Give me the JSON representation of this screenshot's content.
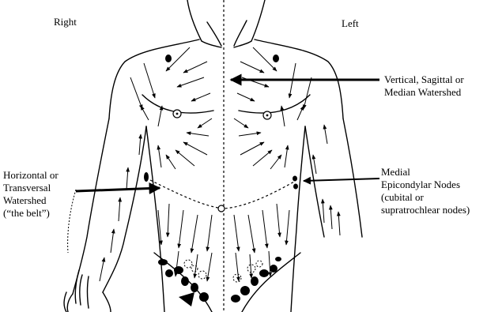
{
  "side_labels": {
    "right": "Right",
    "left": "Left"
  },
  "annotations": {
    "vertical_watershed": [
      "Vertical, Sagittal or",
      "Median Watershed"
    ],
    "horizontal_watershed": [
      "Horizontal or",
      "Transversal",
      "Watershed",
      "(“the belt”)"
    ],
    "epicondylar_nodes": [
      "Medial",
      "Epicondylar Nodes",
      "(cubital or",
      "supratrochlear nodes)"
    ]
  },
  "colors": {
    "line": "#000000",
    "background": "#ffffff"
  }
}
